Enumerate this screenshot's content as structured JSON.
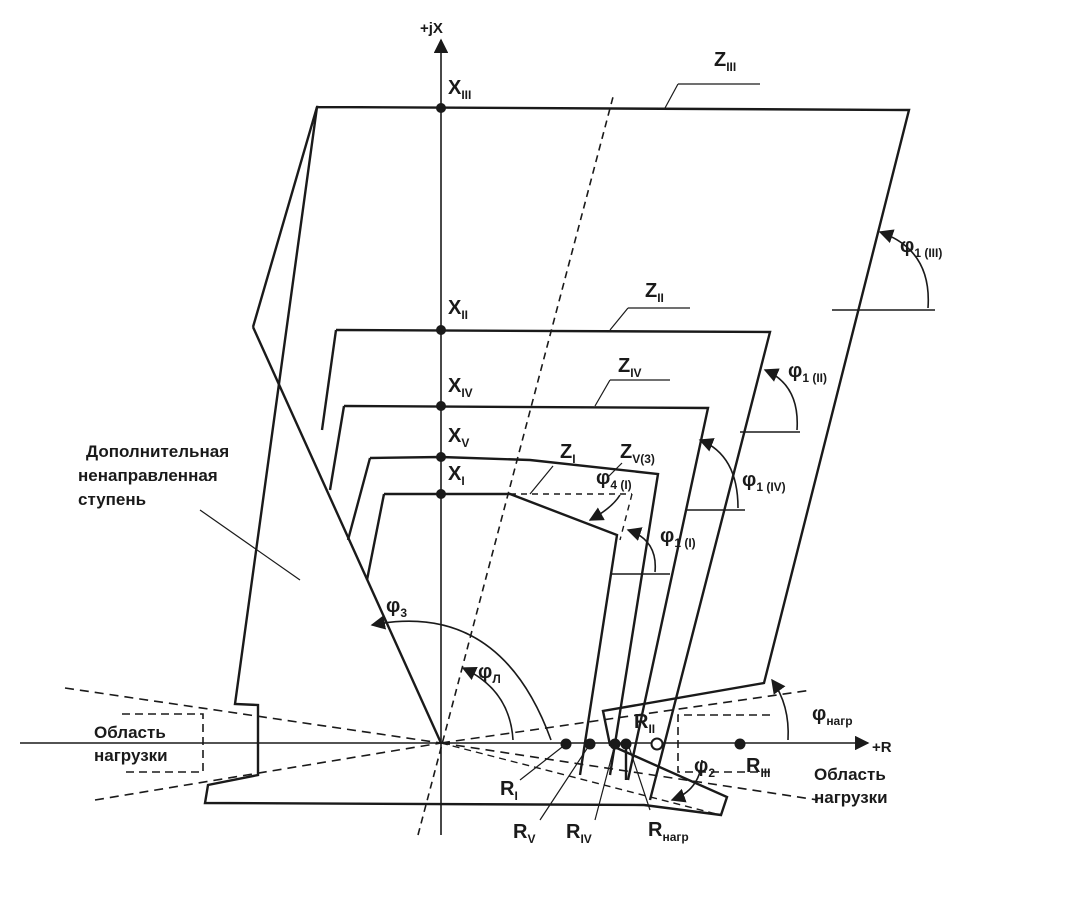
{
  "axes": {
    "x_axis_label": "+R",
    "y_axis_label": "+jX"
  },
  "zone_labels": {
    "z3": {
      "main": "Z",
      "sub": "III"
    },
    "z2": {
      "main": "Z",
      "sub": "II"
    },
    "z4": {
      "main": "Z",
      "sub": "IV"
    },
    "z1": {
      "main": "Z",
      "sub": "I"
    },
    "z5": {
      "main": "Z",
      "sub": "V(3)"
    }
  },
  "x_points": {
    "x3": {
      "main": "X",
      "sub": "III"
    },
    "x2": {
      "main": "X",
      "sub": "II"
    },
    "x4": {
      "main": "X",
      "sub": "IV"
    },
    "x5": {
      "main": "X",
      "sub": "V"
    },
    "x1": {
      "main": "X",
      "sub": "I"
    }
  },
  "r_points": {
    "r1": {
      "main": "R",
      "sub": "I"
    },
    "r5": {
      "main": "R",
      "sub": "V"
    },
    "r4": {
      "main": "R",
      "sub": "IV"
    },
    "r2": {
      "main": "R",
      "sub": "II"
    },
    "r3": {
      "main": "R",
      "sub": "III"
    },
    "rload": {
      "main": "R",
      "sub": "нагр"
    }
  },
  "angles": {
    "phi1_3": {
      "main": "φ",
      "sub": "1 (III)"
    },
    "phi1_2": {
      "main": "φ",
      "sub": "1 (II)"
    },
    "phi1_4": {
      "main": "φ",
      "sub": "1 (IV)"
    },
    "phi1_1": {
      "main": "φ",
      "sub": "1 (I)"
    },
    "phi4_1": {
      "main": "φ",
      "sub": "4 (I)"
    },
    "phi3": {
      "main": "φ",
      "sub": "3"
    },
    "phiL": {
      "main": "φ",
      "sub": "Л"
    },
    "phi2": {
      "main": "φ",
      "sub": "2"
    },
    "phiLoad": {
      "main": "φ",
      "sub": "нагр"
    }
  },
  "text": {
    "extra_stage_1": "Дополнительная",
    "extra_stage_2": "ненаправленная",
    "extra_stage_3": "ступень",
    "load_left_1": "Область",
    "load_left_2": "нагрузки",
    "load_right_1": "Область",
    "load_right_2": "нагрузки"
  },
  "colors": {
    "ink": "#1a1a1a",
    "background": "#ffffff"
  }
}
